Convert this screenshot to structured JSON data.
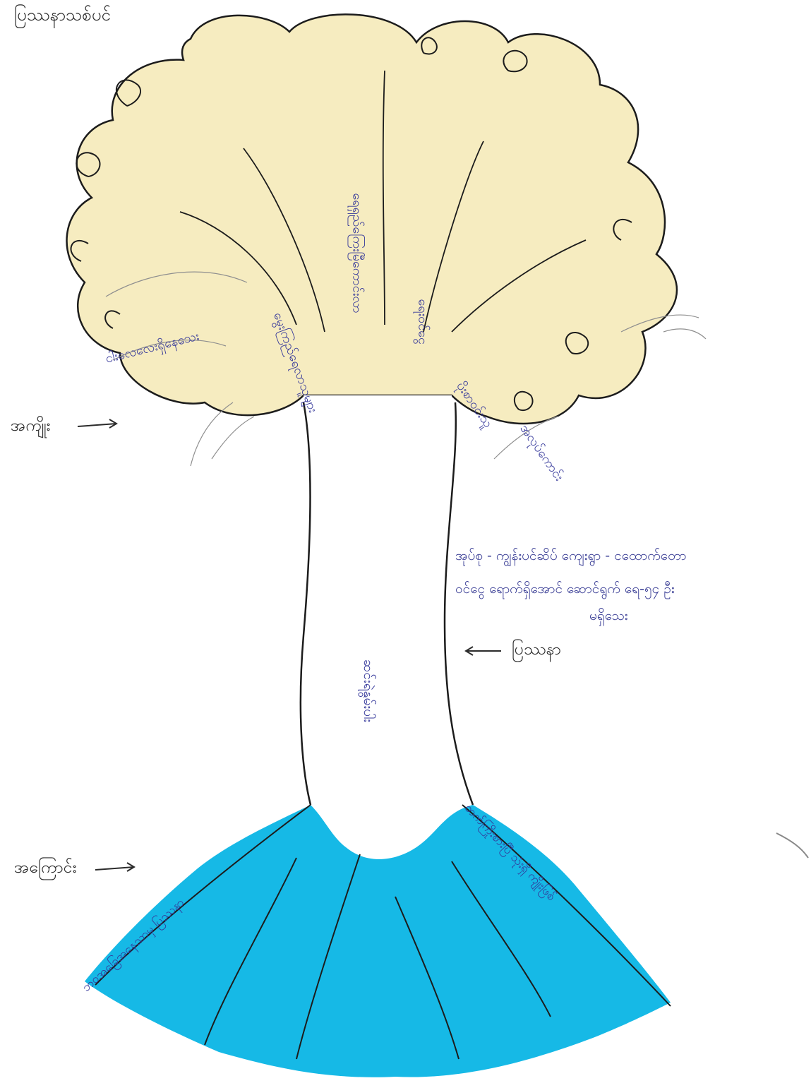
{
  "title": "ပြဿနာသစ်ပင်",
  "side_labels": {
    "leaves": "အကျိုး",
    "trunk": "ပြဿနာ",
    "roots": "အကြောင်း"
  },
  "trunk_text": "ဆင်းရဲနွမ်းပါး",
  "problem_note": [
    "အုပ်စု - ကျွန်းပင်ဆိပ် ကျေးရွာ - ငထောက်တော",
    "ဝင်ငွေ ရောက်ရှိအောင် ဆောင်ရွက် ရေ-၅၄ ဦး",
    "မရှိသေး"
  ],
  "branch_labels": [
    "ငါးလေလေးရှိနေသေး",
    "မွေးကြည်ရေလာသူများ",
    "ရေရှည်ကြေးမြီကောင်းလာ",
    "ရေးဝင်ငွေ",
    "ပိုးစာဝင်းသူ",
    "အလုပ်ကောင်း"
  ],
  "root_labels": [
    "ဘဝအခြေအနေသာမှ ပြဿနာ",
    "တက်ကြိုးစားပြီ သုံးရှိ ကျိုးဖြစ်"
  ],
  "colors": {
    "canopy_fill": "#f6ecc0",
    "roots_fill": "#16b9e6",
    "ink": "#1c1c1c",
    "label_ink": "#3a3f8f"
  }
}
